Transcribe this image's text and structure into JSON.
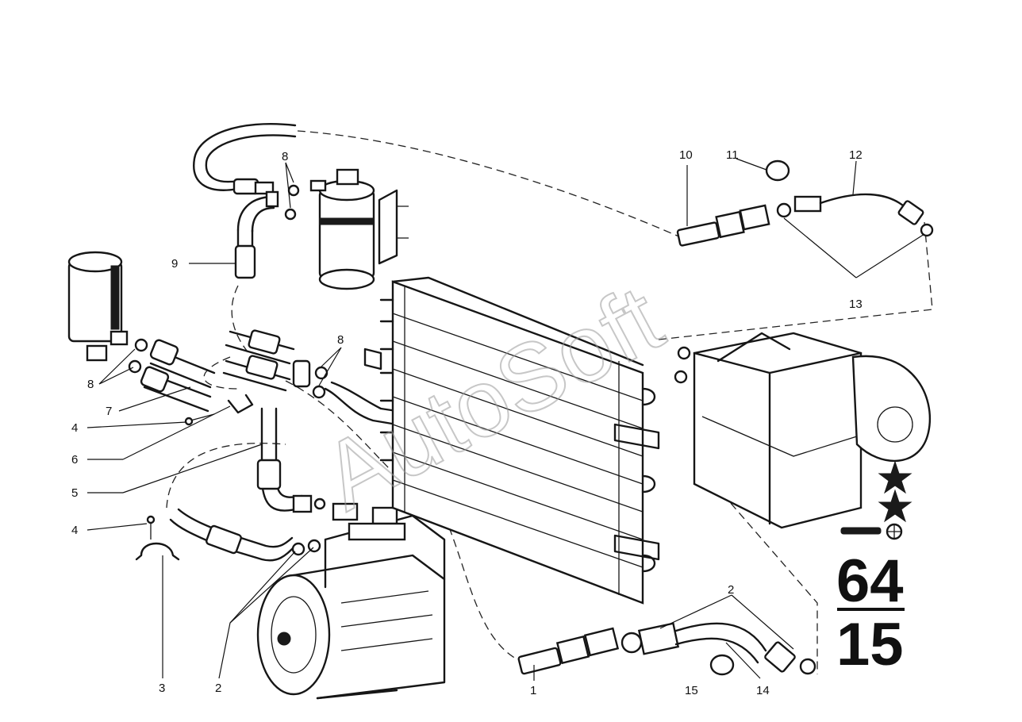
{
  "watermark": "AutoSoft",
  "group": {
    "top": "64",
    "bottom": "15"
  },
  "callouts": {
    "c1": "1",
    "c2a": "2",
    "c2b": "2",
    "c3": "3",
    "c4a": "4",
    "c4b": "4",
    "c5": "5",
    "c6": "6",
    "c7": "7",
    "c8a": "8",
    "c8b": "8",
    "c8c": "8",
    "c9": "9",
    "c10": "10",
    "c11": "11",
    "c12": "12",
    "c13": "13",
    "c14": "14",
    "c15": "15"
  }
}
